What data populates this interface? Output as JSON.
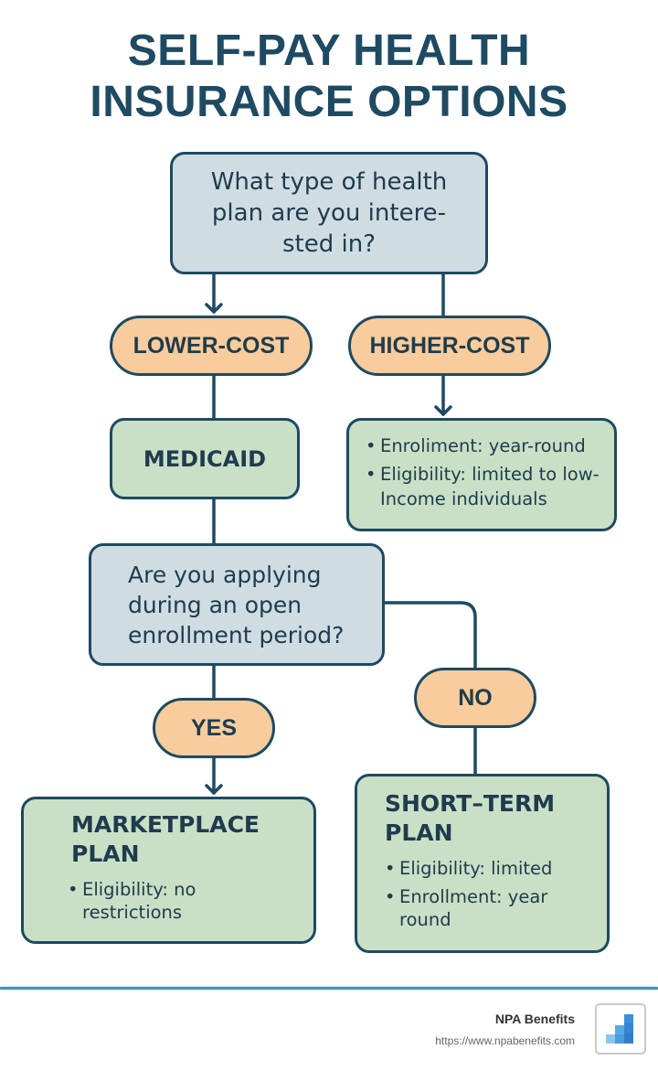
{
  "title": {
    "line1": "SELF-PAY HEALTH",
    "line2": "INSURANCE OPTIONS"
  },
  "nodes": {
    "question1": {
      "text": "What type of health plan are you intere-sted in?",
      "lines": [
        "What type of health",
        "plan are you intere-",
        "sted in?"
      ]
    },
    "lower_cost": {
      "label": "LOWER-COST"
    },
    "higher_cost": {
      "label": "HIGHER-COST"
    },
    "medicaid": {
      "label": "MEDICAID"
    },
    "higher_details": {
      "bullets": [
        "Enroliment: year-round",
        "Eligibility: limited to low-Income individuals"
      ]
    },
    "question2": {
      "lines": [
        "Are you applying",
        "during an open",
        "enrollment period?"
      ]
    },
    "yes": {
      "label": "YES"
    },
    "no": {
      "label": "NO"
    },
    "marketplace": {
      "title_lines": [
        "MARKETPLACE",
        "PLAN"
      ],
      "bullets": [
        "Eligibility: no restrictions"
      ]
    },
    "short_term": {
      "title_lines": [
        "SHORT–TERM",
        "PLAN"
      ],
      "bullets": [
        "Eligibility: limited",
        "Enrollment: year round"
      ]
    }
  },
  "footer": {
    "brand": "NPA Benefits",
    "url": "https://www.npabenefits.com",
    "logo_icon": "bar-chart-logo-icon"
  },
  "colors": {
    "title": "#1e4a62",
    "stroke": "#1e4a62",
    "question_fill": "#cfdde3",
    "pill_fill": "#f8cc9c",
    "plan_fill": "#c9e0c6",
    "footer_line": "#4f8fb3",
    "logo_blue": "#3b8fd6"
  }
}
